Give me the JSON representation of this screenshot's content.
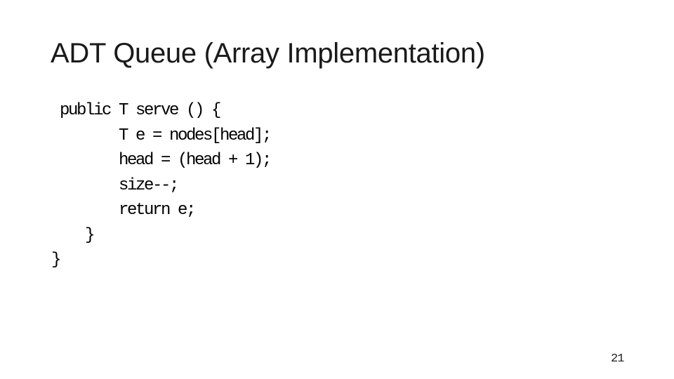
{
  "slide": {
    "title": "ADT Queue (Array Implementation)",
    "code": {
      "language_hint": "java-method",
      "lines": [
        " public T serve () {",
        "        T e = nodes[head];",
        "        head = (head + 1);",
        "        size--;",
        "        return e;",
        "    }",
        "}"
      ]
    },
    "page_number": "21",
    "colors": {
      "background": "#ffffff",
      "title_text": "#1a1a1a",
      "code_text": "#000000",
      "page_number_text": "#222222"
    }
  }
}
